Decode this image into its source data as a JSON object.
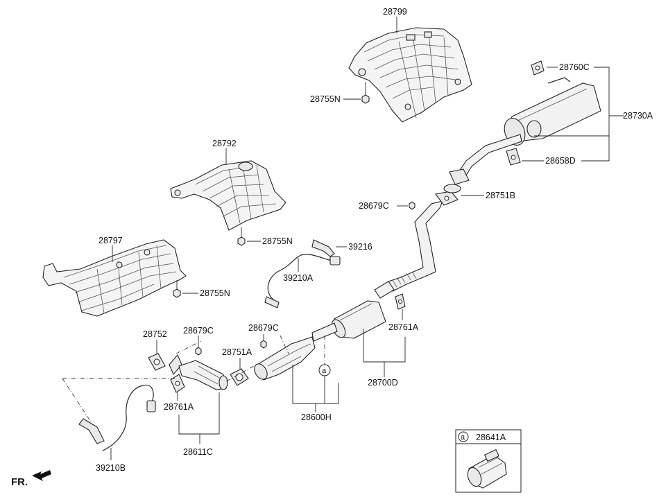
{
  "labels": {
    "p28799": "28799",
    "p28755N_a": "28755N",
    "p28760C": "28760C",
    "p28730A": "28730A",
    "p28658D": "28658D",
    "p28792": "28792",
    "p28679C_a": "28679C",
    "p28751B": "28751B",
    "p28755N_b": "28755N",
    "p39216": "39216",
    "p28797": "28797",
    "p39210A": "39210A",
    "p28755N_c": "28755N",
    "p28761A_a": "28761A",
    "p28752": "28752",
    "p28679C_b": "28679C",
    "p28679C_c": "28679C",
    "p28751A": "28751A",
    "p28700D": "28700D",
    "p28761A_b": "28761A",
    "p28600H": "28600H",
    "p28611C": "28611C",
    "p39210B": "39210B",
    "p28641A": "28641A"
  },
  "callout": {
    "marker": "a"
  },
  "inset": {
    "marker": "a"
  },
  "front_indicator": "FR."
}
